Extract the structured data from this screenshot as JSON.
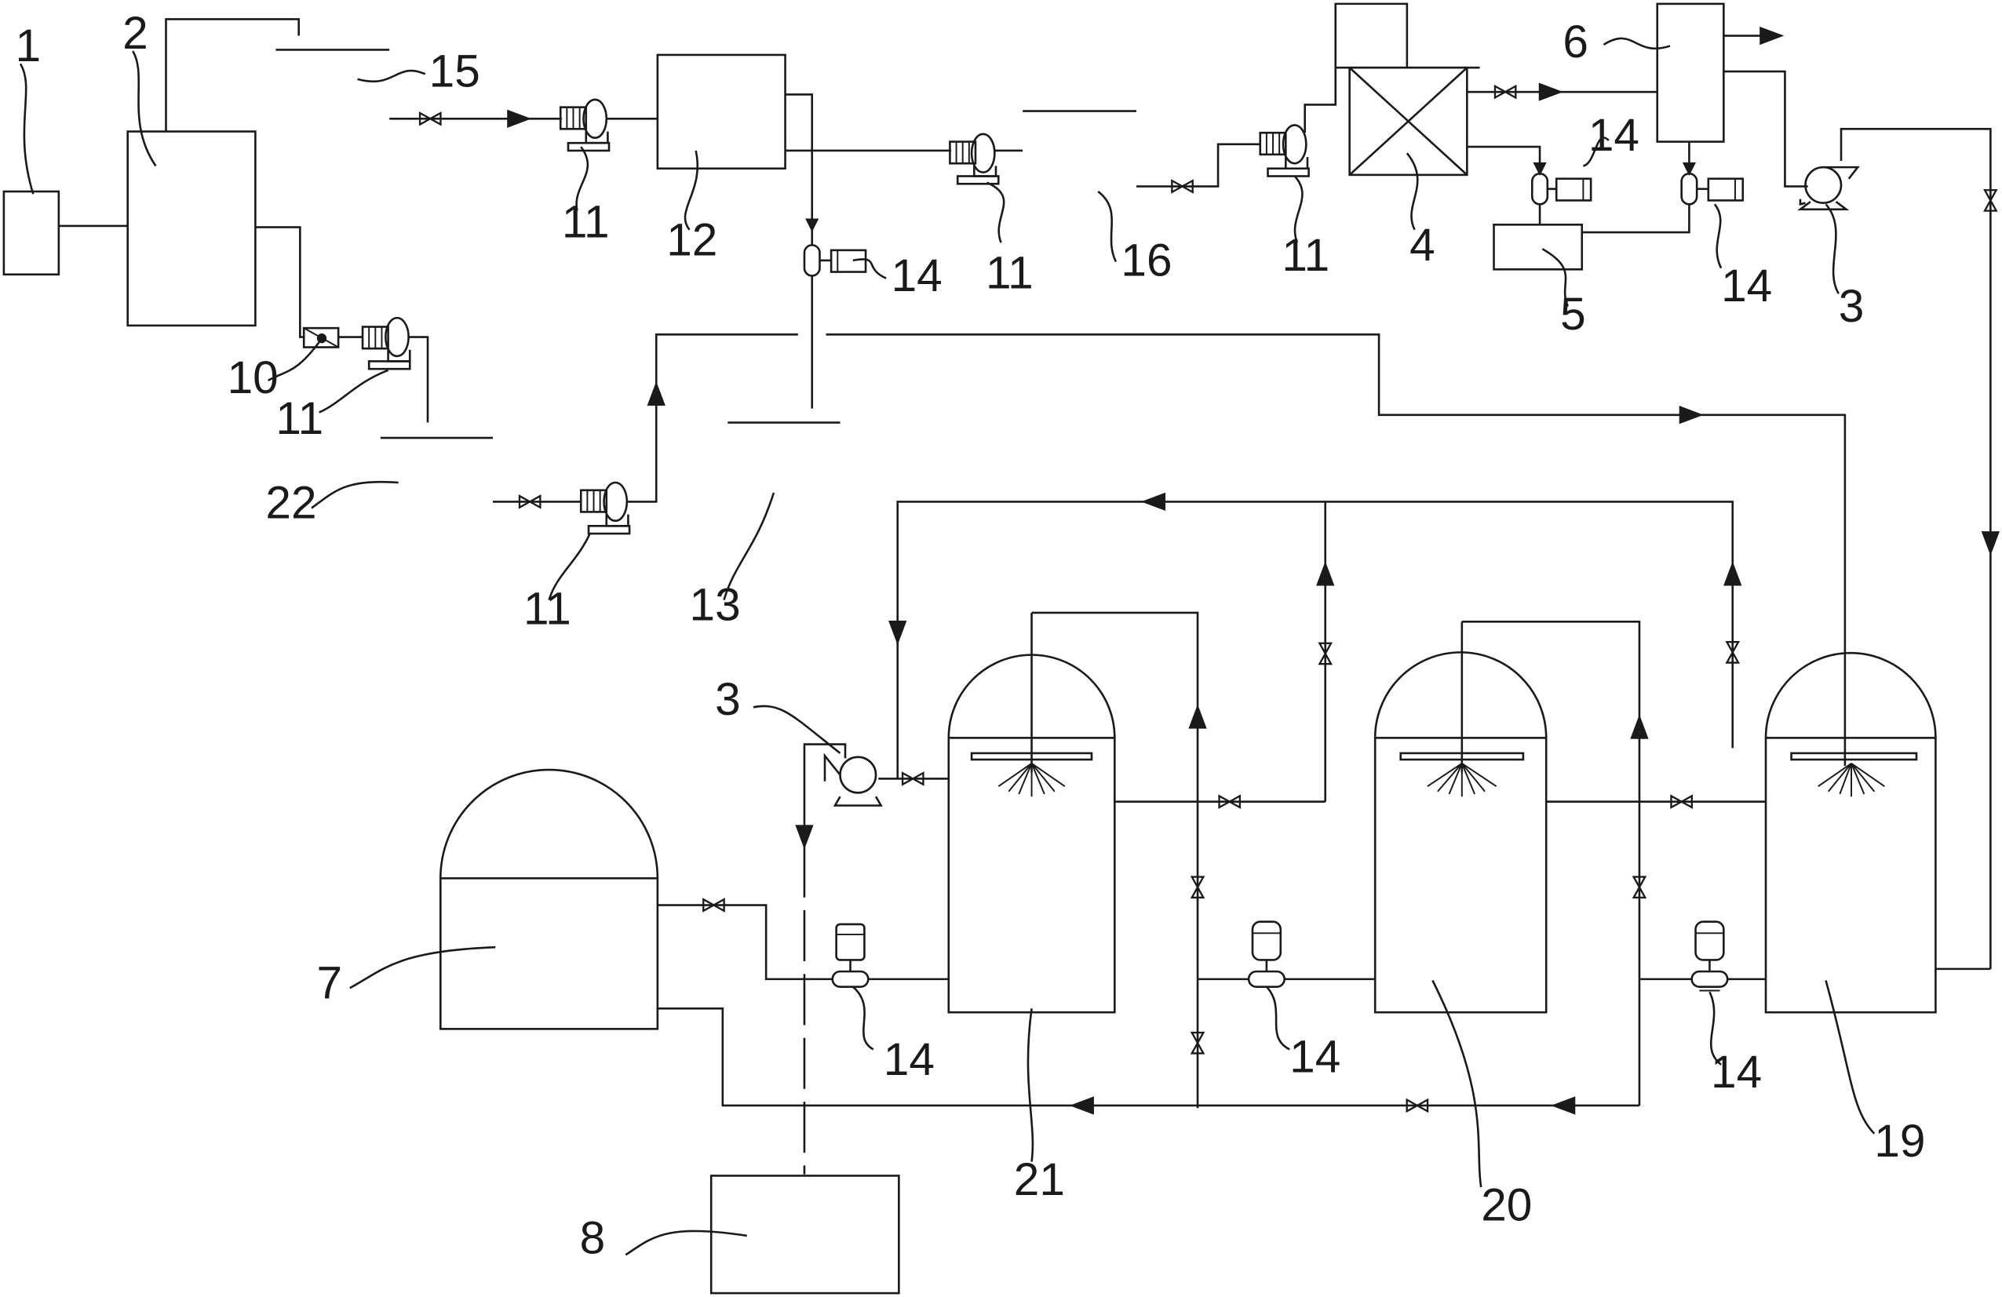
{
  "labels": {
    "n1": "1",
    "n2": "2",
    "n15": "15",
    "n12": "12",
    "n16": "16",
    "n4": "4",
    "n6": "6",
    "n5": "5",
    "n3_top": "3",
    "n10": "10",
    "n22": "22",
    "n13": "13",
    "n11_a": "11",
    "n11_b": "11",
    "n11_c": "11",
    "n11_d": "11",
    "n11_e": "11",
    "n14_a": "14",
    "n14_b": "14",
    "n14_c": "14",
    "n14_d": "14",
    "n14_e": "14",
    "n14_f": "14",
    "n3_bottom": "3",
    "n7": "7",
    "n8": "8",
    "n21": "21",
    "n20": "20",
    "n19": "19"
  }
}
